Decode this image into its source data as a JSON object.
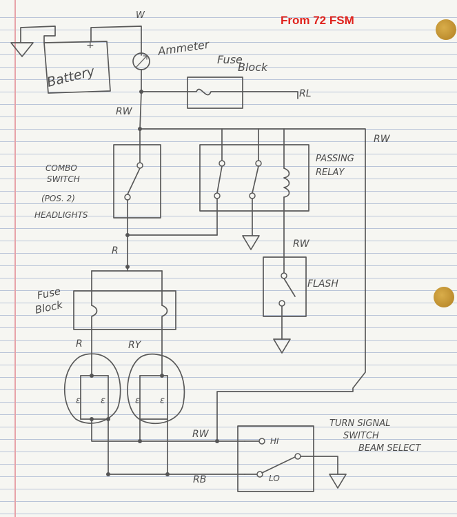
{
  "header": {
    "source_note": "From 72 FSM"
  },
  "labels": {
    "battery": "Battery",
    "battery_plus": "+",
    "wire_w": "W",
    "ammeter": "Ammeter",
    "fuse_block_top_1": "Fuse",
    "fuse_block_top_2": "Block",
    "wire_rl": "RL",
    "wire_rw_left": "RW",
    "wire_rw_right": "RW",
    "combo_switch": [
      "COMBO",
      "SWITCH",
      "(POS. 2)",
      "HEADLIGHTS"
    ],
    "passing_relay": [
      "PASSING",
      "RELAY"
    ],
    "wire_r": "R",
    "wire_rw_flash": "RW",
    "flash": "FLASH",
    "fuse_block_lower_1": "Fuse",
    "fuse_block_lower_2": "Block",
    "wire_r_lower": "R",
    "wire_ry": "RY",
    "wire_rw_bottom": "RW",
    "wire_rb": "RB",
    "turn_signal": [
      "TURN SIGNAL",
      "SWITCH",
      "BEAM SELECT"
    ],
    "hi": "HI",
    "lo": "LO"
  }
}
